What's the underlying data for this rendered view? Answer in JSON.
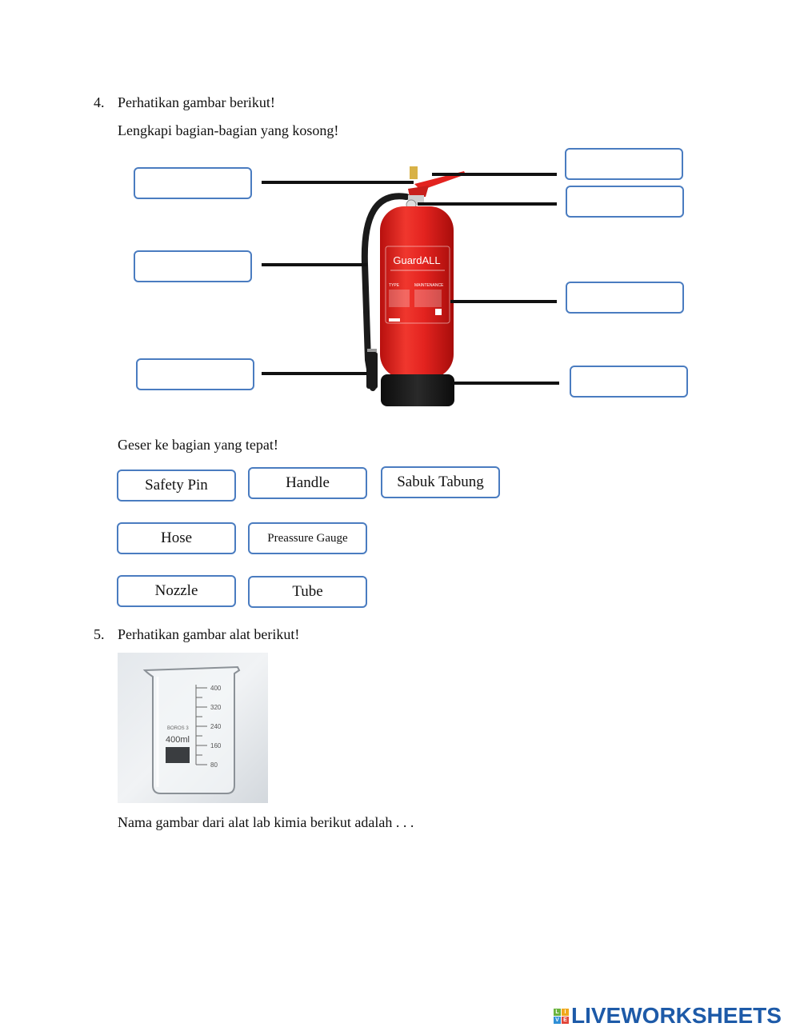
{
  "question4": {
    "number": "4.",
    "prompt": "Perhatikan gambar berikut!",
    "instruction": "Lengkapi bagian-bagian yang kosong!",
    "drag_instruction": "Geser ke bagian yang tepat!",
    "image": {
      "brand": "GuardALL",
      "label_header_left": "TYPE",
      "label_header_right": "MAINTENANCE"
    },
    "options": [
      "Safety Pin",
      "Handle",
      "Sabuk Tabung",
      "Hose",
      "Preassure Gauge",
      "Nozzle",
      "Tube"
    ]
  },
  "question5": {
    "number": "5.",
    "prompt": "Perhatikan gambar alat berikut!",
    "question": "Nama gambar dari alat lab kimia berikut adalah . . .",
    "image": {
      "scale_labels": [
        "400",
        "320",
        "240",
        "160",
        "80"
      ],
      "brand": "BOROS 3",
      "volume": "400ml"
    }
  },
  "footer": {
    "logo_mark": [
      "L",
      "I",
      "V",
      "E"
    ],
    "logo_text": "LIVEWORKSHEETS"
  },
  "colors": {
    "box_border": "#4a7cc0",
    "extinguisher_red": "#e3231f",
    "logo_blue": "#1d5aa8"
  }
}
